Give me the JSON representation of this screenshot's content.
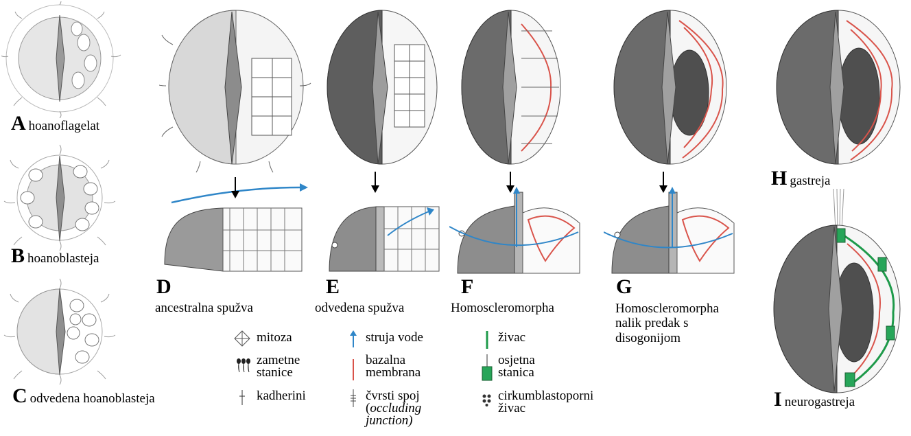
{
  "panels": {
    "A": {
      "letter": "A",
      "caption": "hoanoflagelat"
    },
    "B": {
      "letter": "B",
      "caption": "hoanoblasteja"
    },
    "C": {
      "letter": "C",
      "caption": "odvedena hoanoblasteja"
    },
    "D": {
      "letter": "D",
      "caption": "ancestralna spužva"
    },
    "E": {
      "letter": "E",
      "caption": "odvedena spužva"
    },
    "F": {
      "letter": "F",
      "caption": "Homoscleromorpha"
    },
    "G": {
      "letter": "G",
      "caption_lines": [
        "Homoscleromorpha",
        "nalik predak s",
        "disogonijom"
      ]
    },
    "H": {
      "letter": "H",
      "caption": "gastreja"
    },
    "I": {
      "letter": "I",
      "caption": "neurogastreja"
    }
  },
  "legend": {
    "col1": [
      {
        "icon": "mitosis-icon",
        "label_lines": [
          "mitoza"
        ]
      },
      {
        "icon": "germ-cells-icon",
        "label_lines": [
          "zametne",
          "stanice"
        ]
      },
      {
        "icon": "cadherin-icon",
        "label_lines": [
          "kadherini"
        ]
      }
    ],
    "col2": [
      {
        "icon": "water-current-icon",
        "label_lines": [
          "struja vode"
        ]
      },
      {
        "icon": "basal-membrane-icon",
        "label_lines": [
          "bazalna",
          "membrana"
        ]
      },
      {
        "icon": "occluding-junction-icon",
        "label_lines": [
          "čvrsti spoj"
        ],
        "italic_lines": [
          "occluding",
          "junction)"
        ],
        "paren_open": "("
      }
    ],
    "col3": [
      {
        "icon": "nerve-icon",
        "label_lines": [
          "živac"
        ]
      },
      {
        "icon": "sensory-cell-icon",
        "label_lines": [
          "osjetna",
          "stanica"
        ]
      },
      {
        "icon": "circumblastoporal-nerve-icon",
        "label_lines": [
          "cirkumblastoporni",
          "živac"
        ]
      }
    ]
  },
  "colors": {
    "basal_membrane": "#d9534a",
    "water_current": "#2f86c8",
    "nerve": "#1e9a4a",
    "sensory_cell": "#27a559",
    "sphere_grey": "#8a8a8a"
  }
}
